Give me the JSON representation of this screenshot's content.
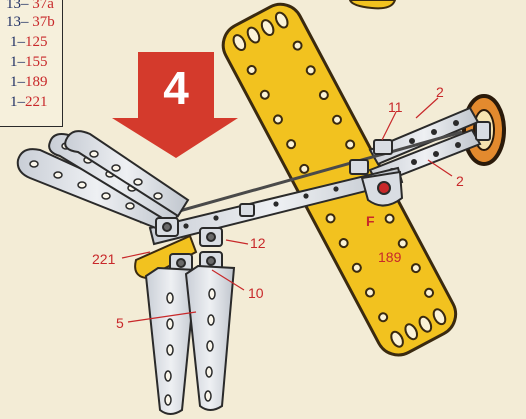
{
  "parts_list": [
    {
      "qty": "13–",
      "code": "37a"
    },
    {
      "qty": "13–",
      "code": "37b"
    },
    {
      "qty": "1–",
      "code": "125"
    },
    {
      "qty": "1–",
      "code": "155"
    },
    {
      "qty": "1–",
      "code": "189"
    },
    {
      "qty": "1–",
      "code": "221"
    }
  ],
  "step_number": "4",
  "callouts": {
    "c2a": "2",
    "c2b": "2",
    "c11": "11",
    "cF": "F",
    "c189": "189",
    "c12": "12",
    "c221": "221",
    "c10": "10",
    "c5": "5"
  },
  "colors": {
    "background": "#f3ecd6",
    "arrow_red": "#d43a2c",
    "plate_yellow": "#f2c21f",
    "strip_grey": "#d9dde3",
    "callout_red": "#c8282a",
    "text_blue": "#1f2f63"
  }
}
